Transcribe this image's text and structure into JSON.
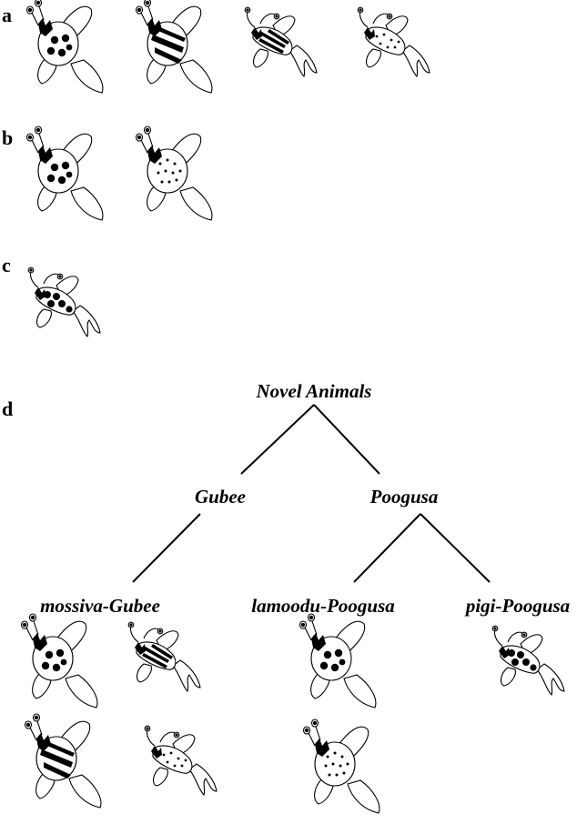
{
  "panels": {
    "a": "a",
    "b": "b",
    "c": "c",
    "d": "d"
  },
  "tree": {
    "root": "Novel Animals",
    "level1": [
      "Gubee",
      "Poogusa"
    ],
    "level2": [
      "mossiva-Gubee",
      "lamoodu-Poogusa",
      "pigi-Poogusa"
    ]
  },
  "creatures": {
    "panel_a": [
      "large-spots",
      "thick-stripes",
      "thin-stripes",
      "small-dots"
    ],
    "panel_b": [
      "large-spots",
      "small-dots"
    ],
    "panel_c": [
      "large-spots"
    ],
    "mossiva_gubee": [
      "large-spots",
      "thin-stripes",
      "thick-stripes",
      "small-dots"
    ],
    "lamoodu_poogusa": [
      "large-spots",
      "small-dots"
    ],
    "pigi_poogusa": [
      "large-spots"
    ]
  }
}
